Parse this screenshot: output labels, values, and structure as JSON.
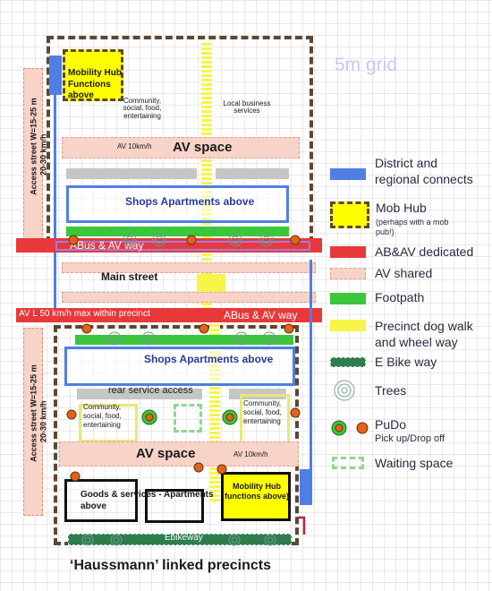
{
  "grid_label": "5m grid",
  "footer_title": "‘Haussmann’ linked precincts",
  "top": {
    "mobility_hub": "Mobility Hub Functions above",
    "community": "Community, social, food, entertaining",
    "local_business": "Local business services",
    "av_speed": "AV 10km/h",
    "av_space": "AV space",
    "shops": "Shops Apartments above",
    "abus_way": "ABus & AV way"
  },
  "middle": {
    "main_street": "Main street",
    "av_limit": "AV L 50 km/h max within precinct",
    "abus_way": "ABus & AV way"
  },
  "bottom": {
    "shops": "Shops Apartments above",
    "rear_service": "rear service access",
    "community_left": "Community, social, food, entertaining",
    "community_right": "Community, social, food, entertaining",
    "av_space": "AV space",
    "av_speed": "AV 10km/h",
    "goods": "Goods & services - Apartments above",
    "mobility_hub": "Mobility Hub functions above)",
    "ebikeway": "Ebikeway"
  },
  "access_street_top": {
    "line1": "Access street W=15-25 m",
    "line2": "20-30 km/h"
  },
  "access_street_bottom": {
    "line1": "Access street W=15-25 m",
    "line2": "20-30 km/h"
  },
  "legend": {
    "district": "District and regional connects",
    "mob_hub": "Mob Hub",
    "mob_hub_note": "(perhaps with a mob pub!)",
    "abav": "AB&AV dedicated",
    "av_shared": "AV shared",
    "footpath": "Footpath",
    "dog_walk": "Precinct dog walk and wheel way",
    "ebike": "E Bike way",
    "trees": "Trees",
    "pudo": "PuDo",
    "pudo_note": "Pick up/Drop off",
    "waiting": "Waiting space"
  },
  "colors": {
    "district_blue": "#4f7fe3",
    "mob_hub_yellow": "#ffff00",
    "abav_red": "#e8383a",
    "av_shared_pink": "#f7d3c8",
    "footpath_green": "#3cc63c",
    "dog_walk_yellow": "#f7f44a",
    "ebike_green": "#2f7d4e",
    "pudo_orange": "#e0641e",
    "waiting_green": "#8fd68f",
    "precinct_border": "#5b4733"
  }
}
